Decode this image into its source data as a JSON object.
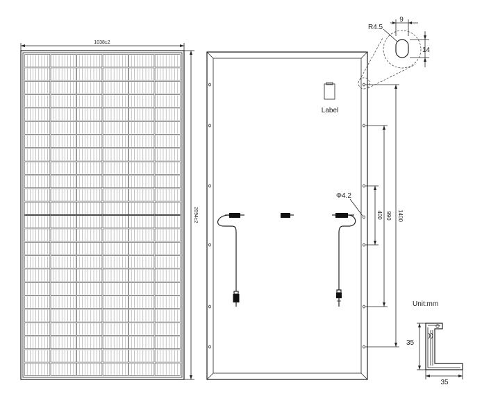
{
  "front_view": {
    "width_label": "1038±2",
    "height_label": "2094±2"
  },
  "back_view": {
    "label_text": "Label",
    "hole_diameter_label": "Φ4.2",
    "dim_400": "400",
    "dim_990": "990",
    "dim_1400": "1400"
  },
  "detail": {
    "radius_label": "R4.5",
    "slot_width_label": "9",
    "slot_height_label": "14"
  },
  "frame_profile": {
    "unit_label": "Unit:mm",
    "height_label": "35",
    "width_label": "35"
  }
}
